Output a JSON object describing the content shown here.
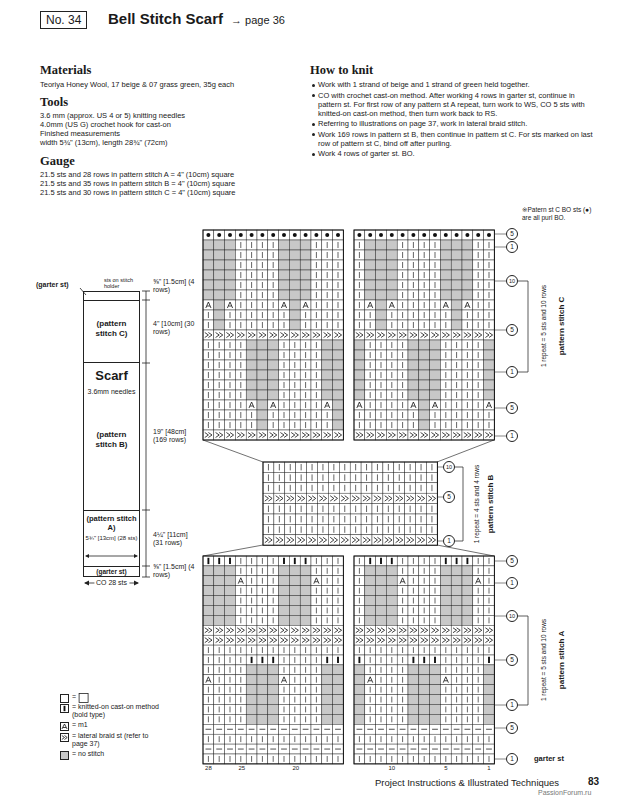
{
  "diagram": {
    "title": "Bell Stitch Scarf",
    "nodes": [
      {
        "text": [
          "No. 34"
        ]
      },
      {
        "text": [
          "Scarf",
          "3.6mm needles",
          "(pattern stitch B)"
        ]
      },
      {
        "text": [
          "(pattern stitch C)"
        ],
        "in": 1
      },
      {
        "text": [
          "(pattern stitch A)",
          "5¾\" [13cm] (28 sts)"
        ],
        "in": 1
      },
      {
        "text": [
          "(garter st)"
        ],
        "in": 1
      }
    ],
    "labels": [
      "→ page 36",
      "Materials",
      "Teoriya Honey Wool, 17 beige & 07 grass green, 35g each",
      "Tools",
      "3.6 mm (approx. US 4 or 5) knitting needles",
      "4.0mm (US G) crochet hook for cast-on",
      "Finished measurements",
      "width 5¾\" (13cm), length 28¾\" (72cm)",
      "Gauge",
      "21.5 sts and 28 rows in pattern stitch A = 4\" (10cm) square",
      "21.5 sts and 35 rows in pattern stitch B = 4\" (10cm) square",
      "21.5 sts and 30 rows in pattern stitch C = 4\" (10cm) square",
      "How to knit",
      "Work with 1 strand of beige and 1 strand of green held together.",
      "CO with crochet cast-on method. After working 4 rows in garter st, continue in pattern st. For first row of any pattern st A repeat, turn work to WS, CO 5 sts with knitted-on cast-on method, then turn work back to RS.",
      "Referring to illustrations on page 37, work in lateral braid stitch.",
      "Work 169 rows in pattern st B, then continue in pattern st C. For sts marked on last row of pattern st C, bind off after purling.",
      "Work 4 rows of garter st. BO.",
      "(garter st)",
      "sts on stitch holder",
      "⅝\" [1.5cm] (4 rows)",
      "4\" [10cm] (30 rows)",
      "19\" [48cm] (169 rows)",
      "4¼\" [11cm] (31 rows)",
      "⅝\" [1.5cm] (4 rows)",
      "CO 28 sts",
      "※Patern st C BO sts (●) are all purl BO.",
      "pattern stitch C",
      "1 repeat = 5 sts and 10 rows",
      "1 repeat = 4 sts and 4 rows",
      "pattern stitch B",
      "pattern stitch A",
      "1 repeat = 5 sts and 10 rows",
      "garter st",
      "5",
      "1",
      "10",
      "5",
      "1",
      "5",
      "1",
      "10",
      "5",
      "1",
      "5",
      "1",
      "10",
      "5",
      "1",
      "5",
      "1",
      "28",
      "25",
      "20",
      "10",
      "5",
      "1",
      "Project Instructions & Illustrated Techniques",
      "83",
      "PassionForum.ru"
    ],
    "legend": [
      {
        "text": "="
      },
      {
        "text": "= knitted-on cast-on method (bold type)"
      },
      {
        "text": "= m1"
      },
      {
        "text": "= lateral braid st (refer to page 37)"
      },
      {
        "text": "= no stitch",
        "color": "#c8c8c8"
      }
    ]
  }
}
